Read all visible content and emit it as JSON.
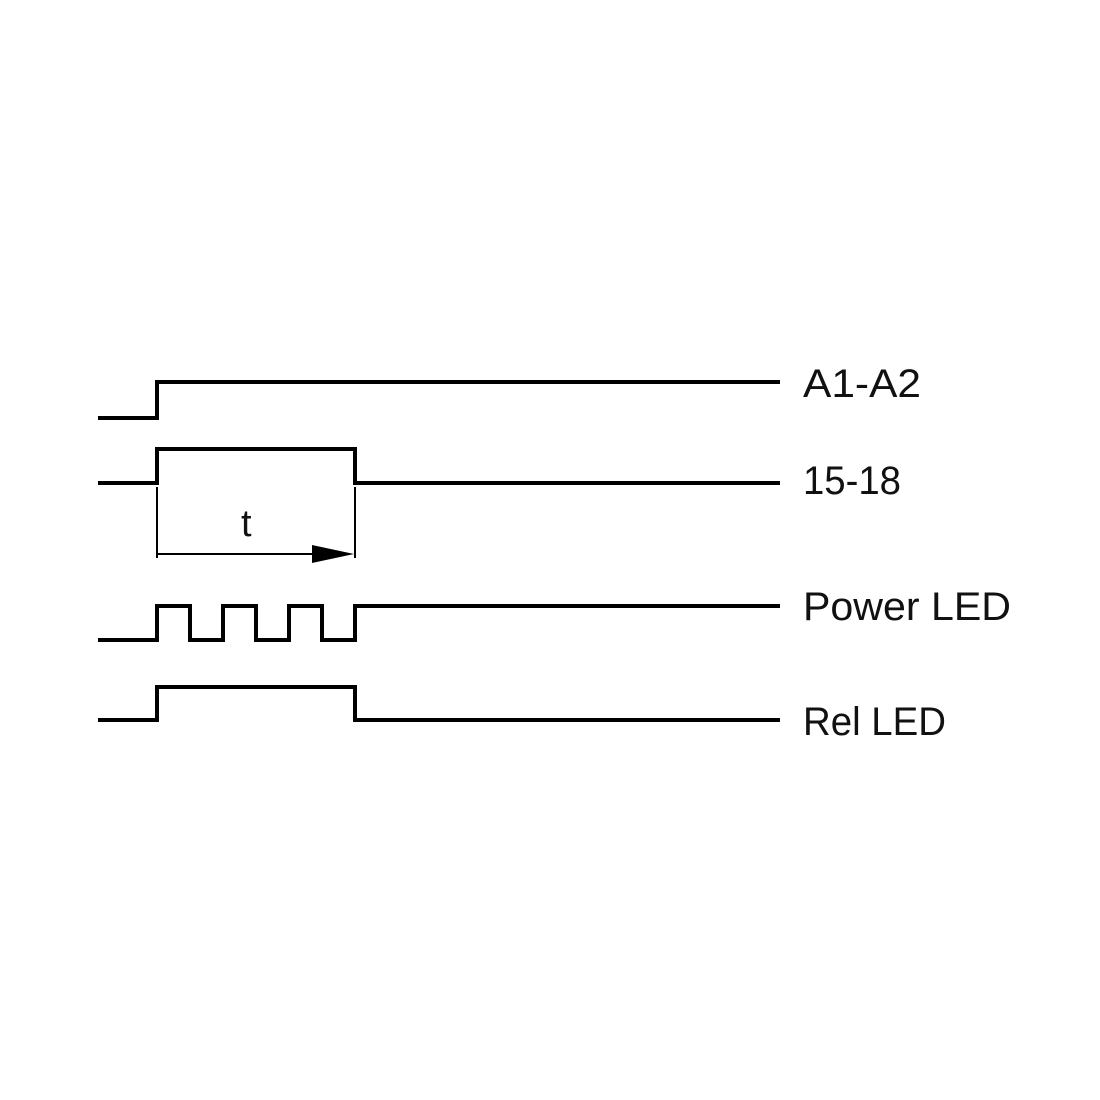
{
  "signals": [
    {
      "id": "a1-a2",
      "label": "A1-A2"
    },
    {
      "id": "15-18",
      "label": "15-18"
    },
    {
      "id": "power-led",
      "label": "Power LED"
    },
    {
      "id": "rel-led",
      "label": "Rel LED"
    }
  ],
  "timing": {
    "interval_label": "t"
  }
}
